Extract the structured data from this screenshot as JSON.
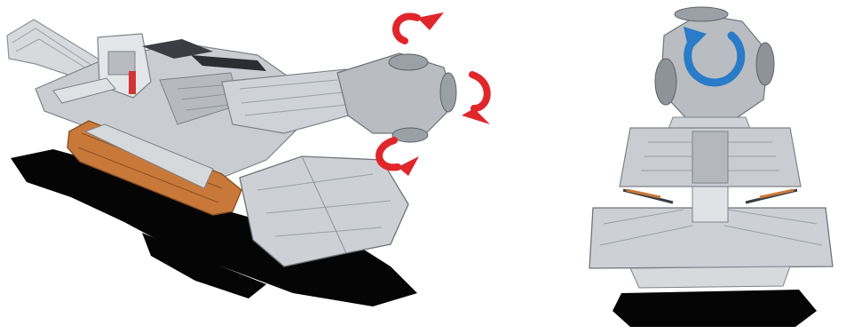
{
  "figure": {
    "views": [
      {
        "name": "side-view",
        "subject": "roadheader-machine",
        "arrow_count": 3
      },
      {
        "name": "front-view",
        "subject": "roadheader-machine",
        "arrow_count": 1
      }
    ]
  },
  "colors": {
    "body_grey": "#c9cdd1",
    "body_light": "#e4e7ea",
    "body_dark": "#8e9398",
    "track_orange": "#c8793a",
    "track_dark": "#8a4f22",
    "shadow": "#050505",
    "rotation_red": "#e0262b",
    "rotation_blue": "#2a7cc9",
    "background": "#ffffff"
  },
  "icons": {
    "rotation_arrows_side": "red-curved-rotation-arrows",
    "rotation_arrow_front": "blue-circular-rotation-arrow"
  }
}
